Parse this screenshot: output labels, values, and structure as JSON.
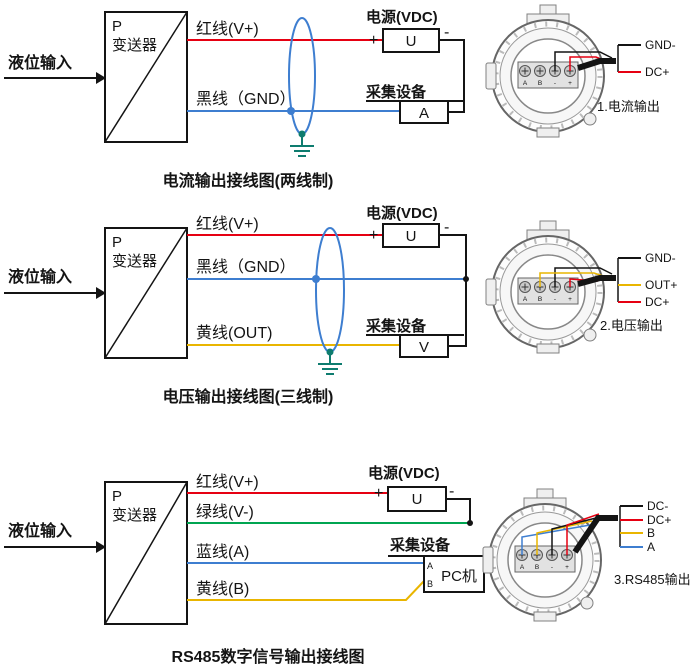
{
  "colors": {
    "red": "#e60012",
    "blue": "#3e7ed0",
    "yellow": "#e9b500",
    "green": "#00a551",
    "wire_black": "#141414",
    "shield": "#3e7ed0",
    "ground": "#0e7c6f"
  },
  "d1": {
    "input": "液位输入",
    "p": "P",
    "transmitter": "变送器",
    "wire_red": "红线(V+)",
    "wire_black": "黑线（GND）",
    "power_title": "电源(VDC)",
    "power_unit": "U",
    "plus": "+",
    "minus": "-",
    "collector_title": "采集设备",
    "collector_unit": "A",
    "caption": "电流输出接线图(两线制)",
    "terminals": [
      "A",
      "B",
      "-",
      "+"
    ],
    "pin1": "GND-",
    "pin2": "DC+",
    "output": "1.电流输出"
  },
  "d2": {
    "input": "液位输入",
    "p": "P",
    "transmitter": "变送器",
    "wire_red": "红线(V+)",
    "wire_black": "黑线（GND）",
    "wire_yellow": "黄线(OUT)",
    "power_title": "电源(VDC)",
    "power_unit": "U",
    "plus": "+",
    "minus": "-",
    "collector_title": "采集设备",
    "collector_unit": "V",
    "caption": "电压输出接线图(三线制)",
    "terminals": [
      "A",
      "B",
      "-",
      "+"
    ],
    "pin1": "GND-",
    "pin2": "OUT+",
    "pin3": "DC+",
    "output": "2.电压输出"
  },
  "d3": {
    "input": "液位输入",
    "p": "P",
    "transmitter": "变送器",
    "wire_red": "红线(V+)",
    "wire_green": "绿线(V-)",
    "wire_blue": "蓝线(A)",
    "wire_yellow": "黄线(B)",
    "power_title": "电源(VDC)",
    "power_unit": "U",
    "plus": "+",
    "minus": "-",
    "collector_title": "采集设备",
    "pc_label": "PC机",
    "pc_port_a": "A",
    "pc_port_b": "B",
    "caption": "RS485数字信号输出接线图",
    "terminals": [
      "A",
      "B",
      "-",
      "+"
    ],
    "pin1": "DC-",
    "pin2": "DC+",
    "pin3": "B",
    "pin4": "A",
    "output": "3.RS485输出"
  }
}
